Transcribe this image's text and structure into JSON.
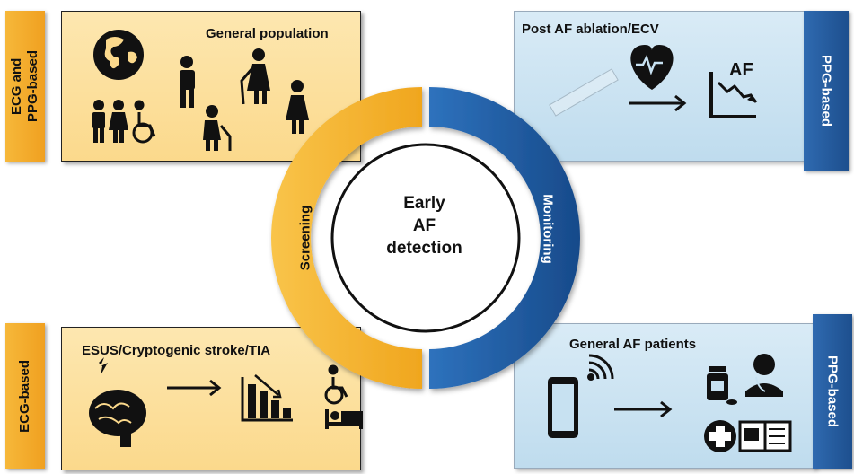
{
  "center": {
    "line1": "Early",
    "line2": "AF",
    "line3": "detection"
  },
  "ring": {
    "left_label": "Screening",
    "right_label": "Monitoring"
  },
  "panels": {
    "top_left": {
      "title": "General population",
      "tab": "ECG and\nPPG-based"
    },
    "top_right": {
      "title": "Post AF ablation/ECV",
      "tab": "PPG-based",
      "chart_label": "AF"
    },
    "bottom_left": {
      "title": "ESUS/Cryptogenic stroke/TIA",
      "tab": "ECG-based"
    },
    "bottom_right": {
      "title": "General AF patients",
      "tab": "PPG-based"
    }
  },
  "colors": {
    "screening": "#f6b22c",
    "monitoring": "#1f5fa8",
    "yellow_panel": "#fbd98c",
    "blue_panel": "#c7e1f1"
  },
  "icons": [
    "globe-icon",
    "person-icon",
    "elderly-person-icon",
    "woman-icon",
    "family-icon",
    "wheelchair-icon",
    "heart-pulse-icon",
    "arrow-right-icon",
    "declining-chart-icon",
    "brain-lightning-icon",
    "bar-chart-declining-icon",
    "bed-icon",
    "smartphone-icon",
    "wireless-signal-icon",
    "medication-icon",
    "doctor-icon",
    "medical-cross-icon",
    "book-icon",
    "ruler-icon"
  ]
}
